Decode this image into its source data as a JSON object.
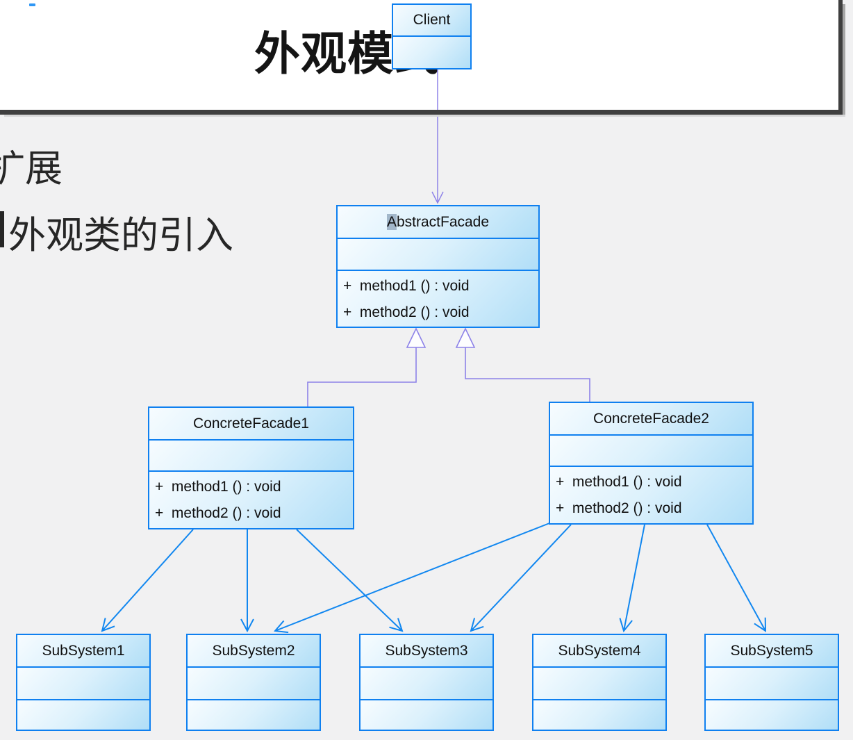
{
  "slide": {
    "title": "外观模式"
  },
  "bullets": {
    "line1": "扩展",
    "line2": "外观类的引入"
  },
  "colors": {
    "background": "#f1f1f2",
    "slide_background": "#ffffff",
    "slide_border": "#3f3f3f",
    "box_border": "#0f80f0",
    "box_fill_light": "#f7fcff",
    "box_fill_dark": "#b0def7",
    "dependency_arrow_blue": "#1187f0",
    "dependency_arrow_purple": "#8d82e8",
    "text_selection": "#a2b7ca",
    "cursor_dash": "#2f97f5"
  },
  "diagram": {
    "classes": {
      "client": {
        "title": "Client"
      },
      "abstract_facade": {
        "title": "AbstractFacade",
        "title_head": "A",
        "title_tail": "bstractFacade",
        "methods": [
          "+  method1 () : void",
          "+  method2 () : void"
        ]
      },
      "concrete_facade1": {
        "title": "ConcreteFacade1",
        "methods": [
          "+  method1 () : void",
          "+  method2 () : void"
        ]
      },
      "concrete_facade2": {
        "title": "ConcreteFacade2",
        "methods": [
          "+  method1 () : void",
          "+  method2 () : void"
        ]
      },
      "subsystems": [
        {
          "title": "SubSystem1"
        },
        {
          "title": "SubSystem2"
        },
        {
          "title": "SubSystem3"
        },
        {
          "title": "SubSystem4"
        },
        {
          "title": "SubSystem5"
        }
      ]
    },
    "relations": [
      {
        "from": "Client",
        "to": "AbstractFacade",
        "type": "dependency"
      },
      {
        "from": "ConcreteFacade1",
        "to": "AbstractFacade",
        "type": "generalization"
      },
      {
        "from": "ConcreteFacade2",
        "to": "AbstractFacade",
        "type": "generalization"
      },
      {
        "from": "ConcreteFacade1",
        "to": "SubSystem1",
        "type": "dependency"
      },
      {
        "from": "ConcreteFacade1",
        "to": "SubSystem2",
        "type": "dependency"
      },
      {
        "from": "ConcreteFacade1",
        "to": "SubSystem3",
        "type": "dependency"
      },
      {
        "from": "ConcreteFacade2",
        "to": "SubSystem2",
        "type": "dependency"
      },
      {
        "from": "ConcreteFacade2",
        "to": "SubSystem3",
        "type": "dependency"
      },
      {
        "from": "ConcreteFacade2",
        "to": "SubSystem4",
        "type": "dependency"
      },
      {
        "from": "ConcreteFacade2",
        "to": "SubSystem5",
        "type": "dependency"
      }
    ]
  }
}
